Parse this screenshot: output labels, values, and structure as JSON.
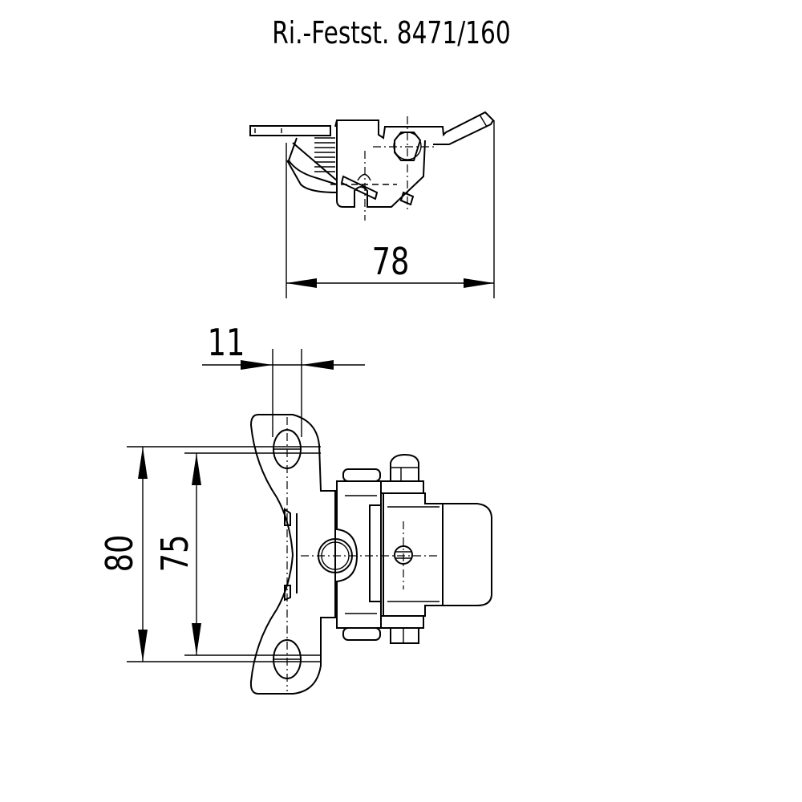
{
  "title": "Ri.-Festst. 8471/160",
  "dimensions": {
    "overall_width": "78",
    "slot_width": "11",
    "outer_hole_spacing": "80",
    "inner_hole_spacing": "75"
  },
  "colors": {
    "line": "#000000",
    "background": "#ffffff"
  }
}
